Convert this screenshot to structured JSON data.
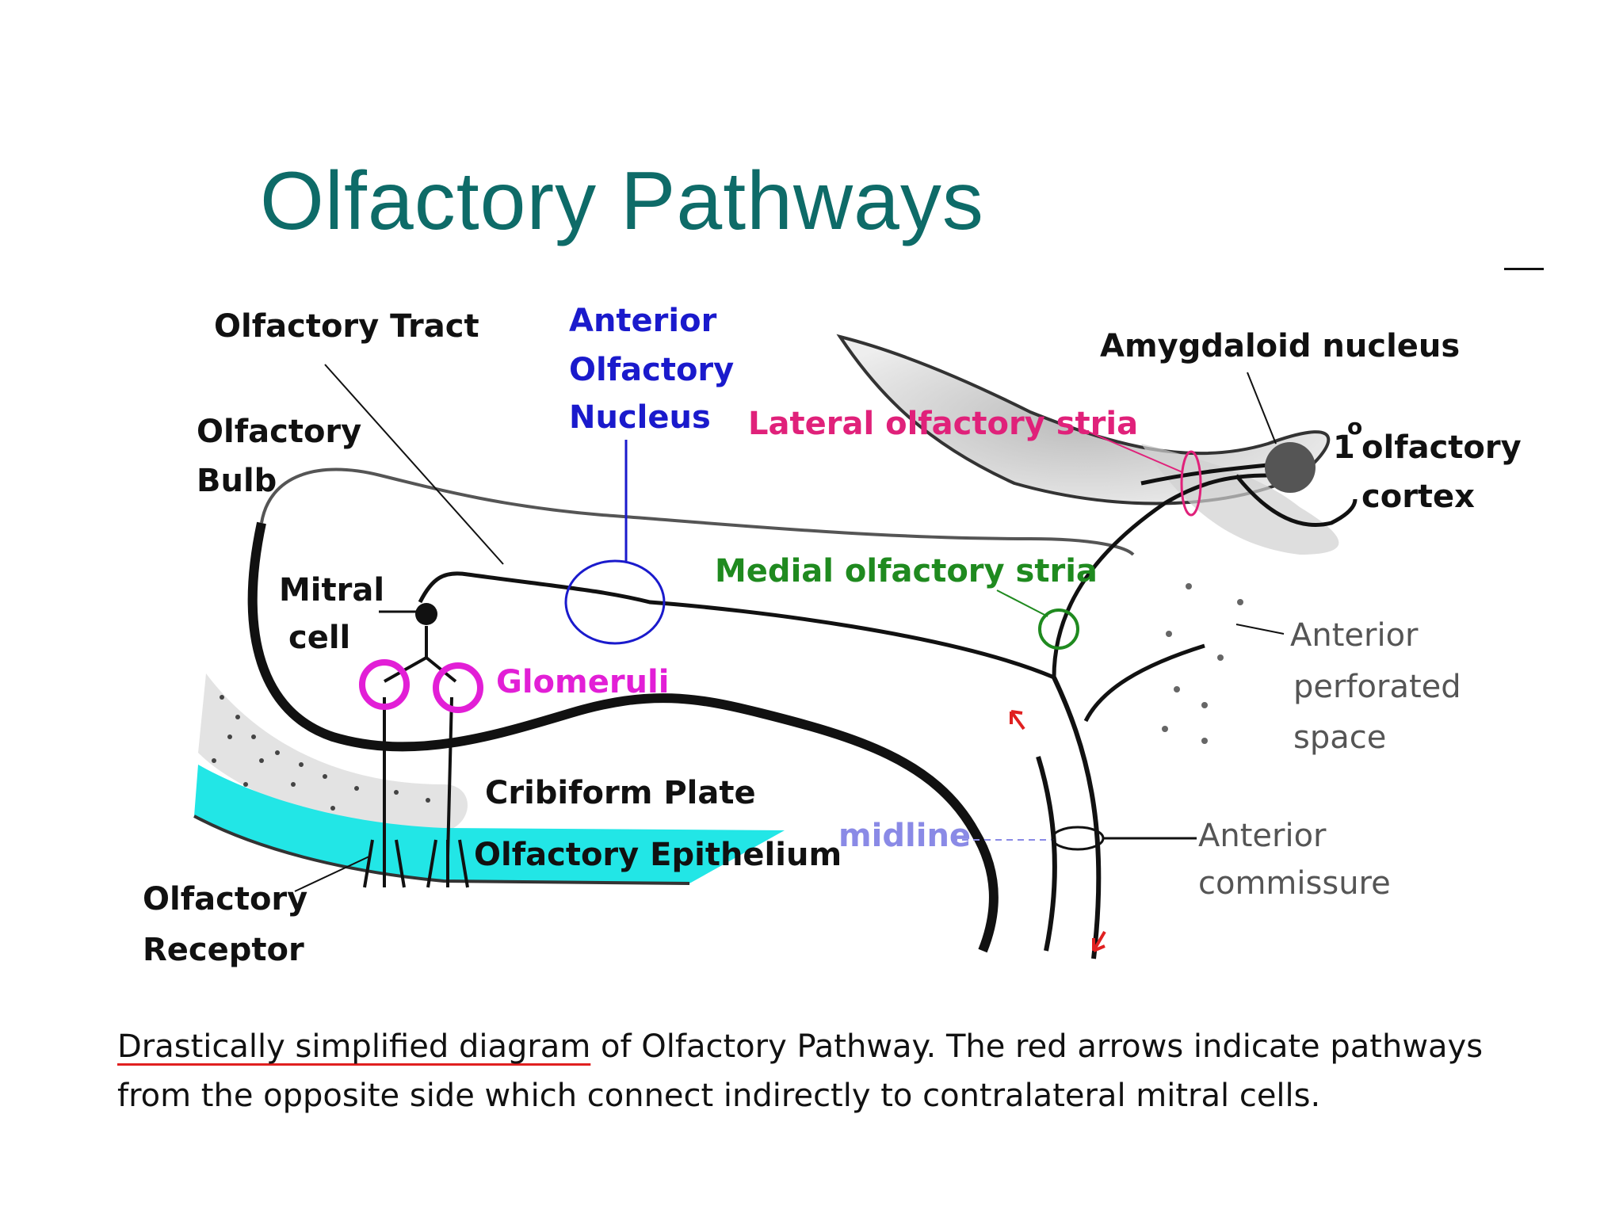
{
  "slide": {
    "title": "Olfactory Pathways"
  },
  "labels": {
    "olfactory_tract": "Olfactory Tract",
    "olfactory_bulb_1": "Olfactory",
    "olfactory_bulb_2": "Bulb",
    "anterior_olfactory_nucleus_1": "Anterior",
    "anterior_olfactory_nucleus_2": "Olfactory",
    "anterior_olfactory_nucleus_3": "Nucleus",
    "amygdaloid_nucleus": "Amygdaloid nucleus",
    "lateral_olfactory_stria": "Lateral olfactory stria",
    "primary_olfactory_cortex_num": "1",
    "primary_olfactory_cortex_sup": "o",
    "primary_olfactory_cortex_1": "olfactory",
    "primary_olfactory_cortex_2": "cortex",
    "mitral_cell_1": "Mitral",
    "mitral_cell_2": "cell",
    "medial_olfactory_stria": "Medial olfactory stria",
    "glomeruli": "Glomeruli",
    "anterior_perforated_space_1": "Anterior",
    "anterior_perforated_space_2": "perforated",
    "anterior_perforated_space_3": "space",
    "cribiform_plate": "Cribiform Plate",
    "olfactory_epithelium": "Olfactory Epithelium",
    "midline": "midline",
    "anterior_commissure_1": "Anterior",
    "anterior_commissure_2": "commissure",
    "olfactory_receptor_1": "Olfactory",
    "olfactory_receptor_2": "Receptor"
  },
  "caption": {
    "underlined": "Drastically simplified diagram",
    "line1_rest": " of Olfactory Pathway. The red arrows indicate pathways",
    "line2": "from the opposite side which  connect indirectly to contralateral mitral cells."
  },
  "colors": {
    "title": "#0e6b68",
    "label_black": "#111111",
    "anterior_olfactory_nucleus": "#1a1acc",
    "lateral_stria": "#e0217a",
    "medial_stria": "#1f8a1f",
    "glomeruli": "#e21fd6",
    "midline": "#8a8ae6",
    "epithelium": "#22e6e6",
    "red_arrows": "#e02020"
  }
}
